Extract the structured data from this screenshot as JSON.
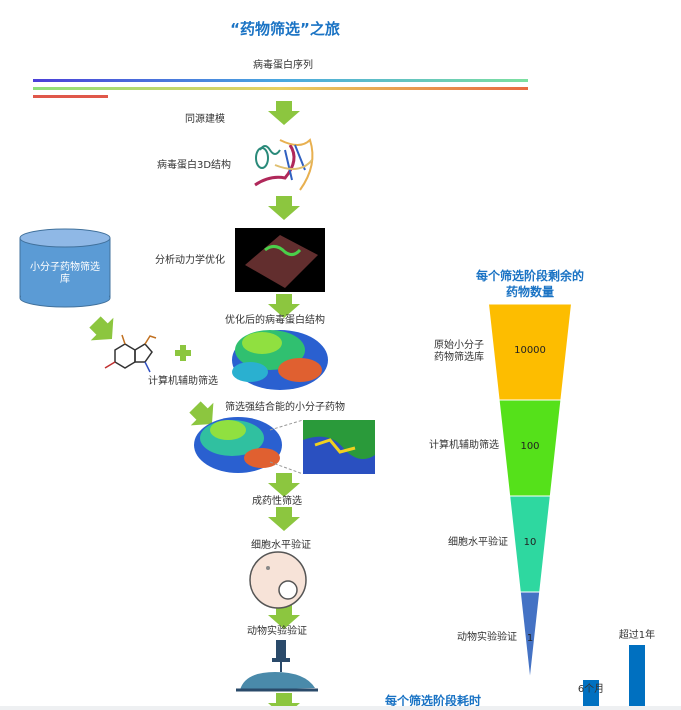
{
  "title": "“药物筛选”之旅",
  "flow": {
    "sequence_label": "病毒蛋白序列",
    "homology": "同源建模",
    "structure3d": "病毒蛋白3D结构",
    "dynamics": "分析动力学优化",
    "optimized": "优化后的病毒蛋白结构",
    "library": "小分子药物筛选库",
    "computer_screen": "计算机辅助筛选",
    "strong_binding": "筛选强结合能的小分子药物",
    "druggability": "成药性筛选",
    "cell": "细胞水平验证",
    "animal": "动物实验验证"
  },
  "funnel": {
    "title_line1": "每个筛选阶段剩余的",
    "title_line2": "药物数量",
    "stages": [
      {
        "label": "原始小分子\n药物筛选库",
        "label1": "原始小分子",
        "label2": "药物筛选库",
        "value": "10000",
        "color": "#FDBD00"
      },
      {
        "label": "计算机辅助筛选",
        "value": "100",
        "color": "#55E11A"
      },
      {
        "label": "细胞水平验证",
        "value": "10",
        "color": "#2ED8A0"
      },
      {
        "label": "动物实验验证",
        "value": "1",
        "color": "#4472C4"
      }
    ]
  },
  "time_chart": {
    "title": "每个筛选阶段耗时",
    "bars": [
      {
        "label": "6个月",
        "months": 6
      },
      {
        "label": "超过1年",
        "months": 13
      }
    ],
    "color": "#0070C0"
  },
  "colors": {
    "accent": "#1a73c4",
    "arrow": "#8CC63F",
    "cylinder": "#5B9BD5"
  }
}
